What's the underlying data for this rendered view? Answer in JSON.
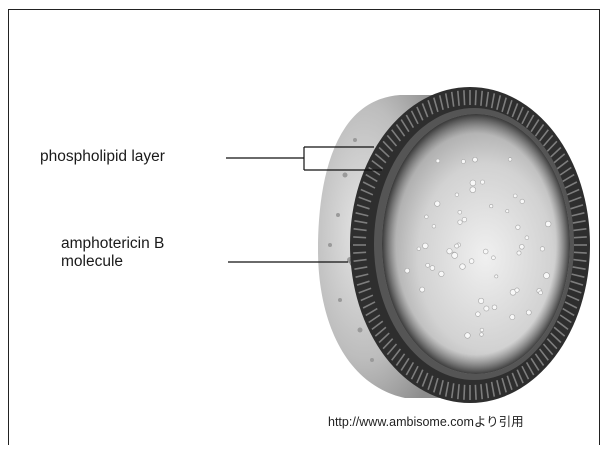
{
  "labels": {
    "phospholipid_layer": "phospholipid layer",
    "amphotericin_line1": "amphotericin B",
    "amphotericin_line2": "molecule"
  },
  "source_note": "http://www.ambisome.comより引用",
  "colors": {
    "outer_shell": "#bfbfbf",
    "bilayer": "#3a3a3a",
    "interior": "#d9d9d9",
    "leader_line": "#111111"
  }
}
